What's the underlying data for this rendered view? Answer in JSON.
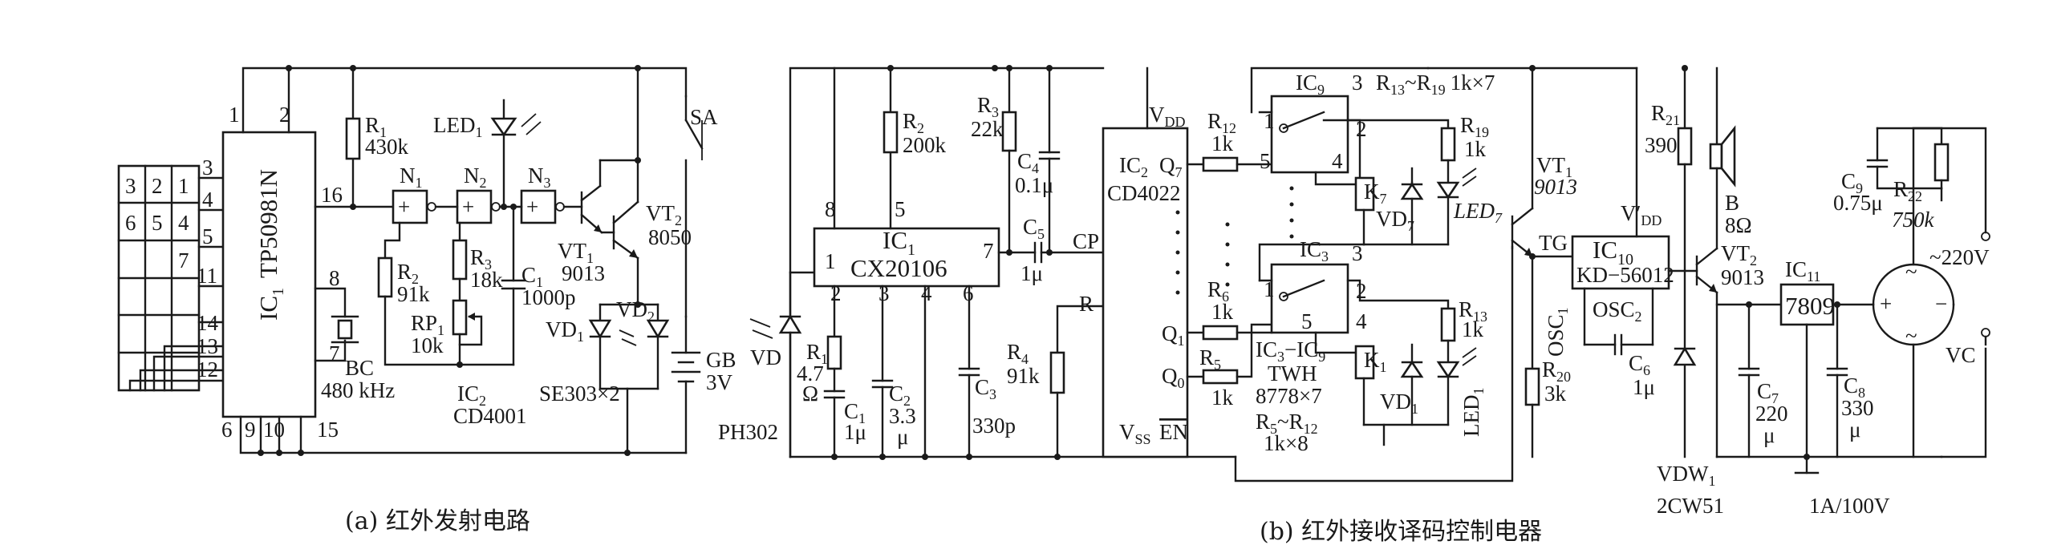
{
  "captions": {
    "a": "(a) 红外发射电路",
    "b": "(b) 红外接收译码控制电器"
  },
  "keypad": [
    "3",
    "2",
    "1",
    "6",
    "5",
    "4",
    "7"
  ],
  "transmitter": {
    "ic1_name": "IC",
    "ic1_sub": "1",
    "ic1_part": "TP50981N",
    "pins": [
      "1",
      "2",
      "3",
      "4",
      "5",
      "11",
      "14",
      "13",
      "12",
      "16",
      "8",
      "7",
      "6",
      "9",
      "10",
      "15"
    ],
    "r1": "R",
    "r1_sub": "1",
    "r1_val": "430k",
    "led1": "LED",
    "led1_sub": "1",
    "n1": "N",
    "n1_sub": "1",
    "n2": "N",
    "n2_sub": "2",
    "n3": "N",
    "n3_sub": "3",
    "r2": "R",
    "r2_sub": "2",
    "r2_val": "91k",
    "r3": "R",
    "r3_sub": "3",
    "r3_val": "18k",
    "rp1": "RP",
    "rp1_sub": "1",
    "rp1_val": "10k",
    "c1": "C",
    "c1_sub": "1",
    "c1_val": "1000p",
    "vt1": "VT",
    "vt1_sub": "1",
    "vt1_val": "9013",
    "vt2": "VT",
    "vt2_sub": "2",
    "vt2_val": "8050",
    "vd1": "VD",
    "vd1_sub": "1",
    "vd2": "VD",
    "vd2_sub": "2",
    "sa": "SA",
    "bc": "BC",
    "bc_val": "480 kHz",
    "ic2": "IC",
    "ic2_sub": "2",
    "ic2_part": "CD4001",
    "se": "SE303×2",
    "gb": "GB",
    "gb_val": "3V"
  },
  "receiver": {
    "vd": "VD",
    "ph": "PH302",
    "r1": "R",
    "r1_sub": "1",
    "r1_val": "4.7",
    "r1_unit": "Ω",
    "c1": "C",
    "c1_sub": "1",
    "c1_val": "1μ",
    "c2": "C",
    "c2_sub": "2",
    "c2_val": "3.3",
    "c2_unit": "μ",
    "c3": "C",
    "c3_sub": "3",
    "c3_val": "330p",
    "ic1": "IC",
    "ic1_sub": "1",
    "ic1_part": "CX20106",
    "ic1_pins": [
      "8",
      "5",
      "1",
      "7",
      "2",
      "3",
      "4",
      "6"
    ],
    "r2": "R",
    "r2_sub": "2",
    "r2_val": "200k",
    "r3": "R",
    "r3_sub": "3",
    "r3_val": "22k",
    "c4": "C",
    "c4_sub": "4",
    "c4_val": "0.1μ",
    "c5": "C",
    "c5_sub": "5",
    "c5_val": "1μ",
    "r4": "R",
    "r4_sub": "4",
    "r4_val": "91k",
    "ic2": "IC",
    "ic2_sub": "2",
    "ic2_part": "CD4022",
    "vdd": "V",
    "vdd_sub": "DD",
    "vss": "V",
    "vss_sub": "SS",
    "en": "EN",
    "cp": "CP",
    "r": "R",
    "q7": "Q",
    "q7_sub": "7",
    "q1": "Q",
    "q1_sub": "1",
    "q0": "Q",
    "q0_sub": "0",
    "r12": "R",
    "r12_sub": "12",
    "r12_val": "1k",
    "r6": "R",
    "r6_sub": "6",
    "r6_val": "1k",
    "r5": "R",
    "r5_sub": "5",
    "r5_val": "1k",
    "ic9": "IC",
    "ic9_sub": "9",
    "ic3": "IC",
    "ic3_sub": "3",
    "relay_pins": [
      "1",
      "2",
      "3",
      "4",
      "5"
    ],
    "r13_19": "R",
    "r13_19_sub": "13",
    "r13_19_mid": "~R",
    "r13_19_sub2": "19",
    "r13_19_val": "1k×7",
    "r19": "R",
    "r19_sub": "19",
    "r19_val": "1k",
    "r13": "R",
    "r13_sub": "13",
    "r13_val": "1k",
    "k7": "K",
    "k7_sub": "7",
    "k1": "K",
    "k1_sub": "1",
    "vd7": "VD",
    "vd7_sub": "7",
    "vd1": "VD",
    "vd1_sub": "1",
    "led7": "LED",
    "led7_sub": "7",
    "led1": "LED",
    "led1_sub": "1",
    "ic3_9": "IC",
    "ic3_9_sub": "3",
    "ic3_9_mid": "−IC",
    "ic3_9_sub2": "9",
    "twh": "TWH",
    "twh_val": "8778×7",
    "r5_12": "R",
    "r5_12_sub": "5",
    "r5_12_mid": "~R",
    "r5_12_sub2": "12",
    "r5_12_val": "1k×8",
    "vt1": "VT",
    "vt1_sub": "1",
    "vt1_val": "9013",
    "tg": "TG",
    "osc1": "OSC",
    "osc1_sub": "1",
    "osc2": "OSC",
    "osc2_sub": "2",
    "ic10": "IC",
    "ic10_sub": "10",
    "ic10_part": "KD−56012",
    "vdd2": "V′",
    "vdd2_sub": "DD",
    "r20": "R",
    "r20_sub": "20",
    "r20_val": "3k",
    "c6": "C",
    "c6_sub": "6",
    "c6_val": "1μ",
    "r21": "R",
    "r21_sub": "21",
    "r21_val": "390",
    "b": "B",
    "b_val": "8Ω",
    "vt2": "VT",
    "vt2_sub": "2",
    "vt2_val": "9013",
    "vdw": "VDW",
    "vdw_sub": "1",
    "vdw_val": "2CW51",
    "c9": "C",
    "c9_sub": "9",
    "c9_val": "0.75μ",
    "r22": "R",
    "r22_sub": "22",
    "r22_val": "750k",
    "mains": "~220V",
    "ic11": "IC",
    "ic11_sub": "11",
    "ic11_part": "7809",
    "c7": "C",
    "c7_sub": "7",
    "c7_val": "220",
    "c7_unit": "μ",
    "c8": "C",
    "c8_sub": "8",
    "c8_val": "330",
    "c8_unit": "μ",
    "vc": "VC",
    "vc_val": "1A/100V"
  }
}
